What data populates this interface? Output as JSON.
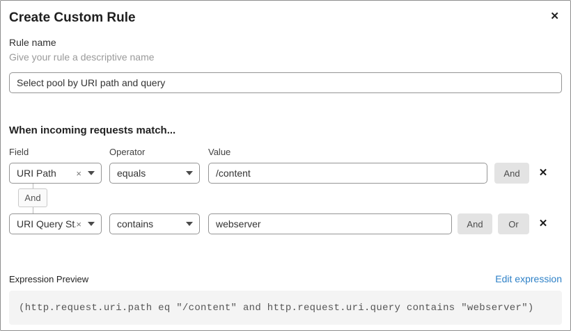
{
  "modal": {
    "title": "Create Custom Rule",
    "close_icon": "✕"
  },
  "rule_name": {
    "label": "Rule name",
    "helper": "Give your rule a descriptive name",
    "value": "Select pool by URI path and query"
  },
  "match_section": {
    "heading": "When incoming requests match...",
    "columns": {
      "field": "Field",
      "operator": "Operator",
      "value": "Value"
    },
    "connector_label": "And",
    "rows": [
      {
        "field": "URI Path",
        "operator": "equals",
        "value": "/content",
        "and_label": "And",
        "delete_icon": "✕",
        "clear_icon": "×"
      },
      {
        "field": "URI Query St...",
        "operator": "contains",
        "value": "webserver",
        "and_label": "And",
        "or_label": "Or",
        "delete_icon": "✕",
        "clear_icon": "×"
      }
    ]
  },
  "expression": {
    "label": "Expression Preview",
    "edit_link": "Edit expression",
    "code": "(http.request.uri.path eq \"/content\" and http.request.uri.query contains \"webserver\")"
  },
  "colors": {
    "link_blue": "#2e81c7",
    "button_gray": "#e3e3e3",
    "code_background": "#f4f4f4",
    "input_border": "#949494"
  }
}
